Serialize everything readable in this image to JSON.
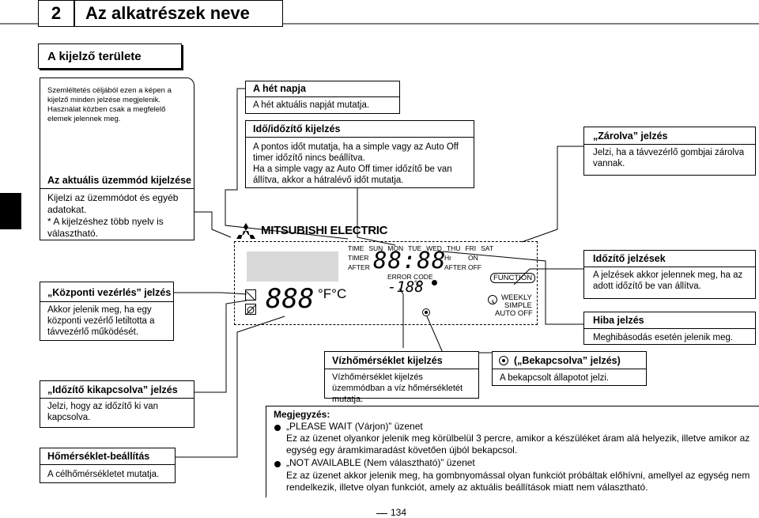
{
  "header": {
    "chapter_number": "2",
    "chapter_title": "Az alkatrészek neve"
  },
  "section_title": "A kijelző területe",
  "intro_note": "Szemléltetés céljából ezen a képen a kijelző minden jelzése megjelenik. Használat közben csak a megfelelő elemek jelennek meg.",
  "callouts": {
    "mode": {
      "title": "Az aktuális üzemmód kijelzése",
      "body1": "Kijelzi az üzemmódot és egyéb adatokat.",
      "body2": "* A kijelzéshez több nyelv is választható."
    },
    "central": {
      "title": "„Központi vezérlés” jelzés",
      "body": "Akkor jelenik meg, ha egy központi vezérlő letiltotta a távvezérlő működését."
    },
    "timer_off": {
      "title": "„Időzítő kikapcsolva” jelzés",
      "body": "Jelzi, hogy az időzítő ki van kapcsolva."
    },
    "temp_set": {
      "title": "Hőmérséklet-beállítás",
      "body": "A célhőmérsékletet mutatja."
    },
    "weekday": {
      "title": "A hét napja",
      "body": "A hét aktuális napját mutatja."
    },
    "clock": {
      "title": "Idő/időzítő kijelzés",
      "body1": "A pontos időt mutatja, ha a simple vagy az Auto Off timer időzítő nincs beállítva.",
      "body2": "Ha a simple vagy az Auto Off timer időzítő be van állítva, akkor a hátralévő időt mutatja."
    },
    "lock": {
      "title": "„Zárolva” jelzés",
      "body": "Jelzi, ha a távvezérlő gombjai zárolva vannak."
    },
    "timer_ind": {
      "title": "Időzítő jelzések",
      "body": "A jelzések akkor jelennek meg, ha az adott időzítő be van állítva."
    },
    "error": {
      "title": "Hiba jelzés",
      "body": "Meghibásodás esetén jelenik meg."
    },
    "water_temp": {
      "title": "Vízhőmérséklet kijelzés",
      "body": "Vízhőmérséklet kijelzés üzemmódban a víz hőmérsékletét mutatja."
    },
    "on_ind": {
      "title": "(„Bekapcsolva” jelzés)",
      "body": "A bekapcsolt állapotot jelzi."
    }
  },
  "device": {
    "brand": "MITSUBISHI ELECTRIC",
    "days": [
      "TIME",
      "SUN",
      "MON",
      "TUE",
      "WED",
      "THU",
      "FRI",
      "SAT"
    ],
    "timer": "TIMER",
    "after_left": "AFTER",
    "hr": "Hr",
    "on": "ON",
    "after_right": "AFTER",
    "off": "OFF",
    "clock_digits": "88:88",
    "error_code": "ERROR CODE",
    "water_digits": "-188",
    "water_unit": "°C",
    "temp_digits": "888",
    "temp_unit": "°F°C",
    "function": "FUNCTION",
    "weekly": "WEEKLY",
    "simple": "SIMPLE",
    "auto_off": "AUTO OFF"
  },
  "notes": {
    "heading": "Megjegyzés:",
    "item1_title": "„PLEASE WAIT (Várjon)” üzenet",
    "item1_body": "Ez az üzenet olyankor jelenik meg körülbelül 3 percre, amikor a készüléket áram alá helyezik, illetve amikor az egység egy áramkimaradást követően újból bekapcsol.",
    "item2_title": "„NOT AVAILABLE (Nem választható)” üzenet",
    "item2_body": "Ez az üzenet akkor jelenik meg, ha gombnyomással olyan funkciót próbáltak előhívni, amellyel az egység nem rendelkezik, illetve olyan funkciót, amely az aktuális beállítások miatt nem választható."
  },
  "page_number": "134"
}
